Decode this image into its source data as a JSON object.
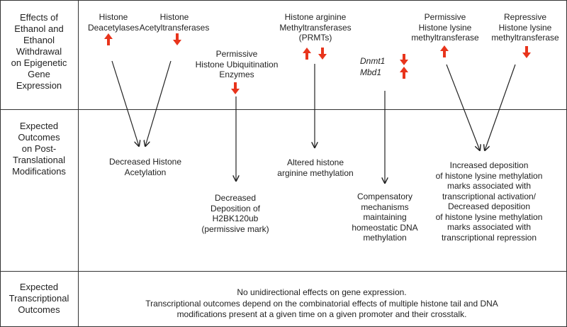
{
  "rows": {
    "row1": "Effects of\nEthanol and\nEthanol\nWithdrawal\non Epigenetic\nGene\nExpression",
    "row2": "Expected\nOutcomes\non Post-\nTranslational\nModifications",
    "row3": "Expected\nTranscriptional\nOutcomes"
  },
  "effects": {
    "hdac": "Histone\nDeacetylases",
    "hat": "Histone\nAcetyltransferases",
    "ubiq": "Permissive\nHistone Ubiquitination\nEnzymes",
    "prmt": "Histone arginine\nMethyltransferases\n(PRMTs)",
    "dnmt1": "Dnmt1",
    "mbd1": "Mbd1",
    "perm_lysine": "Permissive\nHistone lysine\nmethyltransferase",
    "rep_lysine": "Repressive\nHistone lysine\nmethyltransferase"
  },
  "outcomes": {
    "acetylation": "Decreased Histone\nAcetylation",
    "h2bk": "Decreased\nDeposition of\nH2BK120ub\n(permissive mark)",
    "arginine": "Altered histone\narginine methylation",
    "dna": "Compensatory\nmechanisms\nmaintaining\nhomeostatic DNA\nmethylation",
    "lysine": "Increased deposition\nof histone lysine methylation\nmarks associated with\ntranscriptional activation/\nDecreased deposition\nof histone lysine methylation\nmarks  associated with\ntranscriptional repression"
  },
  "transcription": {
    "line1": "No unidirectional effects on gene expression.",
    "line2": "Transcriptional outcomes depend on the combinatorial effects of multiple histone tail and DNA\nmodifications present at a given time on a given promoter and their crosstalk."
  },
  "colors": {
    "up_arrow": "#e8341c",
    "down_arrow": "#e8341c",
    "line": "#222222"
  },
  "indicators": {
    "hdac": "up",
    "hat": "down",
    "ubiq": "down",
    "prmt": [
      "up",
      "down"
    ],
    "dnmt1": "down",
    "mbd1": "up",
    "perm_lysine": "up",
    "rep_lysine": "down"
  }
}
